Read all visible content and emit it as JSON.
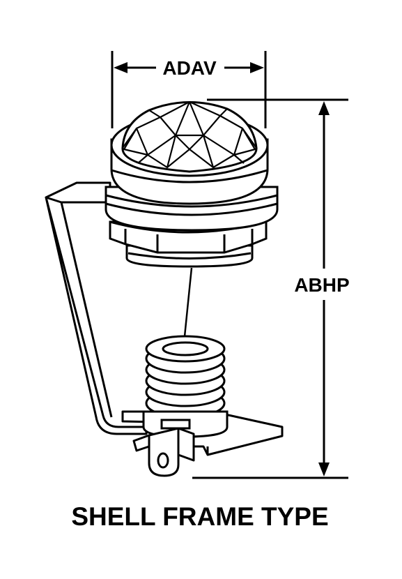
{
  "dimensions": {
    "width_label": "ADAV",
    "height_label": "ABHP"
  },
  "caption": "SHELL FRAME TYPE",
  "colors": {
    "ink": "#000000",
    "paper": "#ffffff"
  }
}
